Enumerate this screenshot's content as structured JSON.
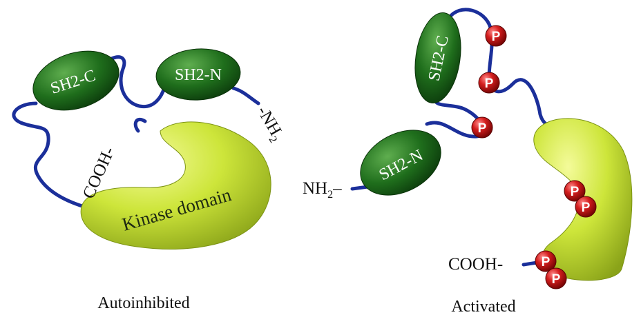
{
  "autoinhibited": {
    "caption": "Autoinhibited",
    "domains": {
      "sh2_c": "SH2-C",
      "sh2_n": "SH2-N",
      "kinase": "Kinase domain"
    },
    "termini": {
      "c_term": "COOH-",
      "n_term_prefix": "-NH",
      "n_term_sub": "2"
    }
  },
  "activated": {
    "caption": "Activated",
    "domains": {
      "sh2_c": "SH2-C",
      "sh2_n": "SH2-N"
    },
    "termini": {
      "n_term_prefix": "NH",
      "n_term_sub": "2",
      "n_term_suffix": "–",
      "c_term": "COOH-"
    },
    "phospho_label": "P",
    "phospho_count": 7
  },
  "colors": {
    "sh2_domain": "#1f6e1c",
    "kinase_domain": "#cde53a",
    "linker": "#1b2f9a",
    "phosphate": "#d41e1e"
  }
}
